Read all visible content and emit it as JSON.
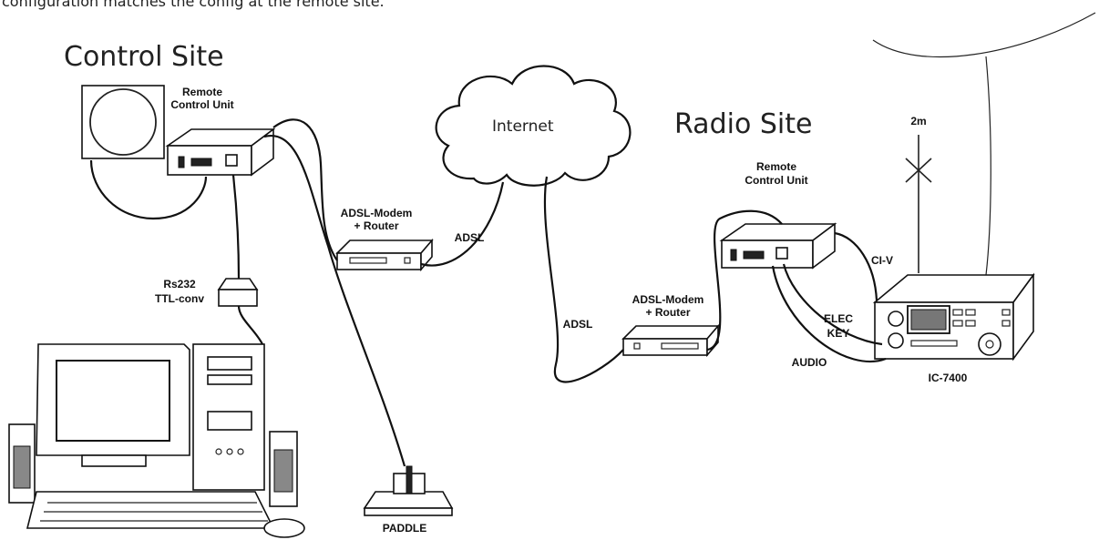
{
  "caption": "configuration matches the config at the remote site.",
  "labels": {
    "control_site": "Control Site",
    "radio_site": "Radio Site",
    "internet": "Internet",
    "rcu_left_1": "Remote",
    "rcu_left_2": "Control Unit",
    "rcu_right_1": "Remote",
    "rcu_right_2": "Control Unit",
    "modem_left_1": "ADSL-Modem",
    "modem_left_2": "+ Router",
    "modem_right_1": "ADSL-Modem",
    "modem_right_2": "+ Router",
    "adsl_left": "ADSL",
    "adsl_right": "ADSL",
    "rs232_1": "Rs232",
    "rs232_2": "TTL-conv",
    "paddle": "PADDLE",
    "antenna": "2m",
    "civ": "CI-V",
    "elec_key_1": "ELEC",
    "elec_key_2": "KEY",
    "audio": "AUDIO",
    "radio_model": "IC-7400"
  }
}
